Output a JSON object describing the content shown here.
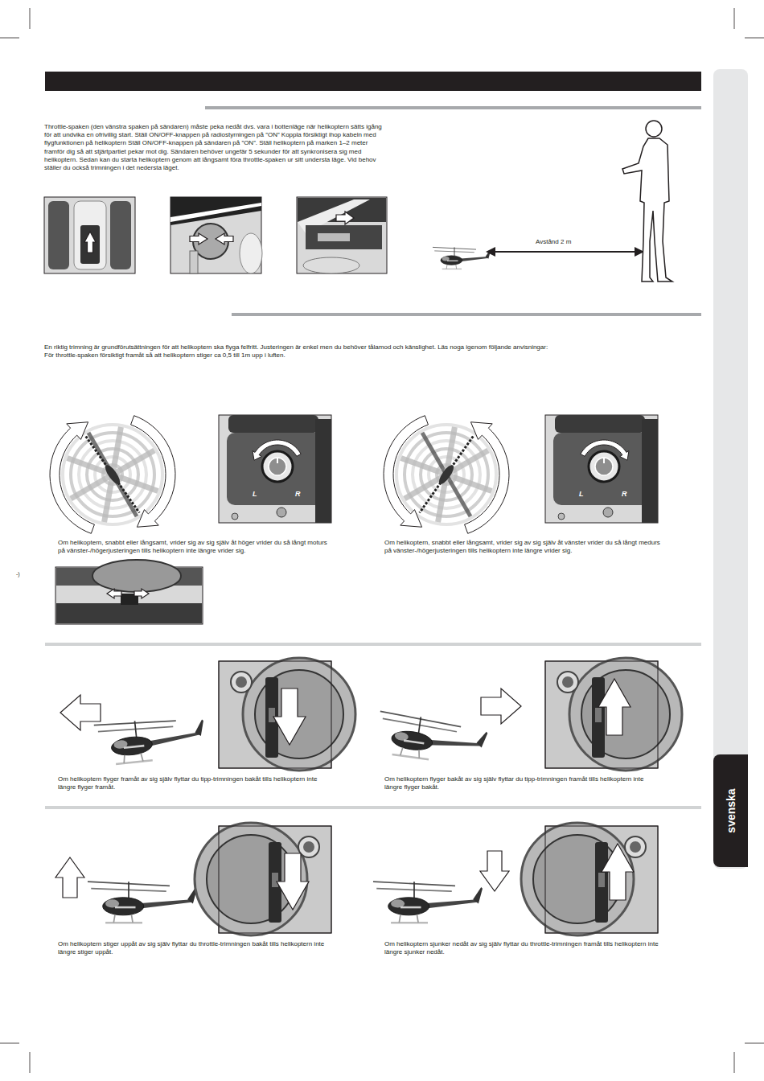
{
  "diagram": {
    "nodes": [
      {
        "text": [
          "svenska"
        ]
      }
    ],
    "labels": [
      "Throttle-spaken (den vänstra spaken på sändaren) måste peka nedåt dvs. vara i bottenläge när helikoptern sätts igång för att undvika en ofrivillig start. Ställ ON/OFF-knappen på radiostyrningen på ”ON” Koppla försiktigt ihop kabeln med flygfunktionen på helikoptern Ställ ON/OFF-knappen på sändaren på ”ON”. Ställ helikoptern på marken 1–2 meter framför dig så att stjärtpartiet pekar mot dig. Sändaren behöver ungefär 5 sekunder för att synkronisera sig med helikoptern. Sedan kan du starta helikoptern genom att långsamt föra throttle-spaken ur sitt understa läge. Vid behov ställer du också trimningen i det nedersta läget.",
      "Avstånd 2 m",
      "En riktig trimning är grundförutsättningen för att helikoptern ska flyga felfritt. Justeringen är enkel men du behöver tålamod och känslighet. Läs noga igenom följande anvisningar:",
      "För throttle-spaken försiktigt framåt så att helikoptern stiger ca 0,5 till 1m upp i luften.",
      "L",
      "R",
      "Om helikoptern, snabbt eller långsamt, vrider sig av sig själv åt höger vrider du så långt moturs på vänster-/högerjusteringen tills helikoptern inte längre vrider sig.",
      "L",
      "R",
      "Om helikoptern, snabbt eller långsamt, vrider sig av sig själv åt vänster vrider du så långt medurs på vänster-/högerjusteringen tills helikoptern inte längre vrider sig.",
      "-)",
      "Om helikoptern flyger framåt av sig själv flyttar du tipp-trimningen bakåt tills helikoptern inte längre flyger framåt.",
      "Om helikoptern flyger bakåt av sig själv flyttar du tipp-trimningen framåt tills helikoptern inte längre flyger bakåt.",
      "Om helikoptern stiger uppåt av sig själv flyttar du throttle-trimningen bakåt tills helikoptern inte längre stiger uppåt.",
      "Om helikoptern sjunker nedåt av sig själv flyttar du throttle-trimningen framåt tills helikoptern inte längre sjunker nedåt."
    ]
  }
}
